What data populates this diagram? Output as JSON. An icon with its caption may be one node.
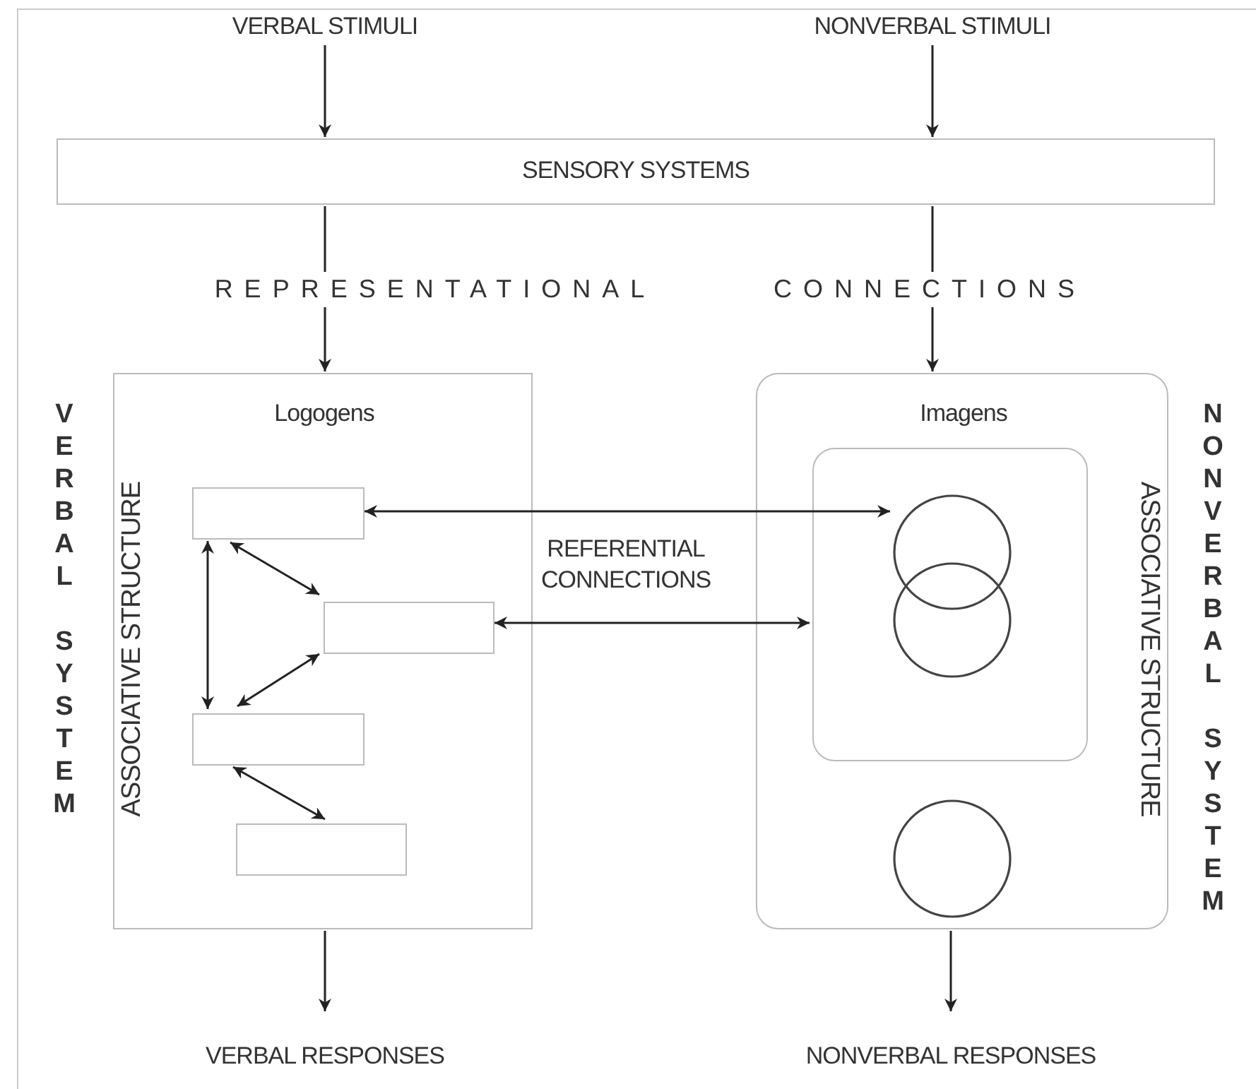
{
  "diagram": {
    "nodes": [
      {
        "text": [
          "VERBAL STIMULI"
        ]
      },
      {
        "text": [
          "NONVERBAL STIMULI"
        ]
      },
      {
        "text": [
          "SENSORY SYSTEMS"
        ]
      },
      {
        "text": [
          "Logogens",
          "ASSOCIATIVE STRUCTURE"
        ]
      },
      {
        "text": [],
        "shape": "box",
        "in": 3
      },
      {
        "text": [],
        "shape": "box",
        "in": 3
      },
      {
        "text": [],
        "shape": "box",
        "in": 3
      },
      {
        "text": [],
        "shape": "box",
        "in": 3
      },
      {
        "text": [
          "Imagens",
          "ASSOCIATIVE STRUCTURE"
        ]
      },
      {
        "text": [],
        "shape": "box",
        "in": 8
      },
      {
        "text": [],
        "shape": "circle",
        "in": 9
      },
      {
        "text": [],
        "shape": "circle",
        "in": 9
      },
      {
        "text": [],
        "shape": "circle",
        "in": 8
      },
      {
        "text": [
          "VERBAL RESPONSES"
        ]
      },
      {
        "text": [
          "NONVERBAL RESPONSES"
        ]
      }
    ],
    "edges": [
      {
        "from": 0,
        "to": 2,
        "arrow": "to"
      },
      {
        "from": 1,
        "to": 2,
        "arrow": "to"
      },
      {
        "from": 2,
        "to": 3,
        "arrow": "to",
        "label": "REPRESENTATIONAL"
      },
      {
        "from": 2,
        "to": 8,
        "arrow": "to",
        "label": "CONNECTIONS"
      },
      {
        "from": 4,
        "to": 10,
        "arrow": "both"
      },
      {
        "from": 5,
        "to": 9,
        "arrow": "both"
      },
      {
        "from": 4,
        "to": 6,
        "arrow": "both"
      },
      {
        "from": 4,
        "to": 5,
        "arrow": "both"
      },
      {
        "from": 5,
        "to": 6,
        "arrow": "both"
      },
      {
        "from": 6,
        "to": 7,
        "arrow": "both"
      },
      {
        "from": 3,
        "to": 13,
        "arrow": "to"
      },
      {
        "from": 8,
        "to": 14,
        "arrow": "to"
      }
    ],
    "labels": [
      "VERBAL SYSTEM",
      "REFERENTIAL CONNECTIONS",
      "NONVERBAL SYSTEM"
    ]
  }
}
